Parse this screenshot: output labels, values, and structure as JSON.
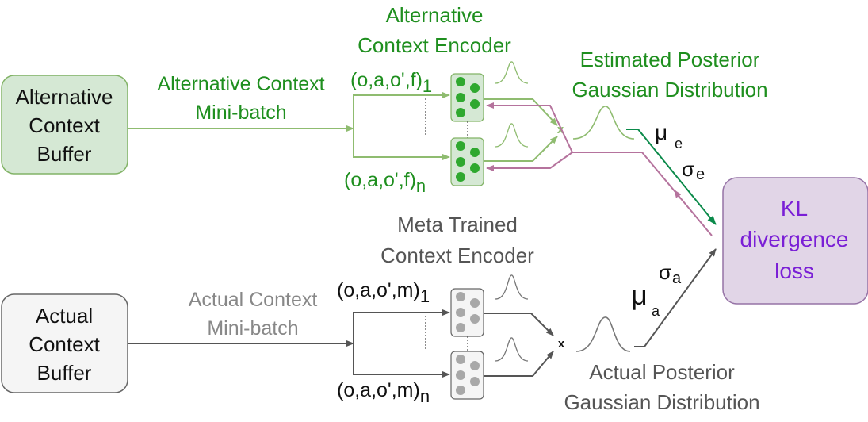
{
  "colors": {
    "green_text": "#1f8f1f",
    "green_box_fill": "#d5e8d4",
    "green_box_stroke": "#82b366",
    "green_line": "#8fbc70",
    "green_dot": "#2fa82f",
    "purple_line": "#b5739d",
    "purple_text": "#7a1fd6",
    "purple_box_fill": "#e1d5e7",
    "purple_box_stroke": "#9673a6",
    "gray_text": "#888888",
    "dark_gray_text": "#555555",
    "gray_line": "#666666",
    "gray_box_fill": "#f5f5f5",
    "gray_dot": "#a8a8a8",
    "dark_green_arrow": "#0b8a4a"
  },
  "alt_buffer": {
    "line1": "Alternative",
    "line2": "Context",
    "line3": "Buffer"
  },
  "actual_buffer": {
    "line1": "Actual",
    "line2": "Context",
    "line3": "Buffer"
  },
  "alt_minibatch": {
    "line1": "Alternative Context",
    "line2": "Mini-batch"
  },
  "actual_minibatch": {
    "line1": "Actual Context",
    "line2": "Mini-batch"
  },
  "alt_encoder": {
    "line1": "Alternative",
    "line2": "Context Encoder"
  },
  "meta_encoder": {
    "line1": "Meta Trained",
    "line2": "Context Encoder"
  },
  "alt_inputs": {
    "first": "(o,a,o',f)",
    "first_sub": "1",
    "last": "(o,a,o',f)",
    "last_sub": "n"
  },
  "actual_inputs": {
    "first": "(o,a,o',m)",
    "first_sub": "1",
    "last": "(o,a,o',m)",
    "last_sub": "n"
  },
  "est_posterior": {
    "line1": "Estimated Posterior",
    "line2": "Gaussian Distribution"
  },
  "actual_posterior": {
    "line1": "Actual Posterior",
    "line2": "Gaussian Distribution"
  },
  "kl_box": {
    "line1": "KL",
    "line2": "divergence",
    "line3": "loss"
  },
  "symbols": {
    "mu": "μ",
    "sigma": "σ",
    "sub_e": "e",
    "sub_a": "a",
    "product": "x"
  }
}
